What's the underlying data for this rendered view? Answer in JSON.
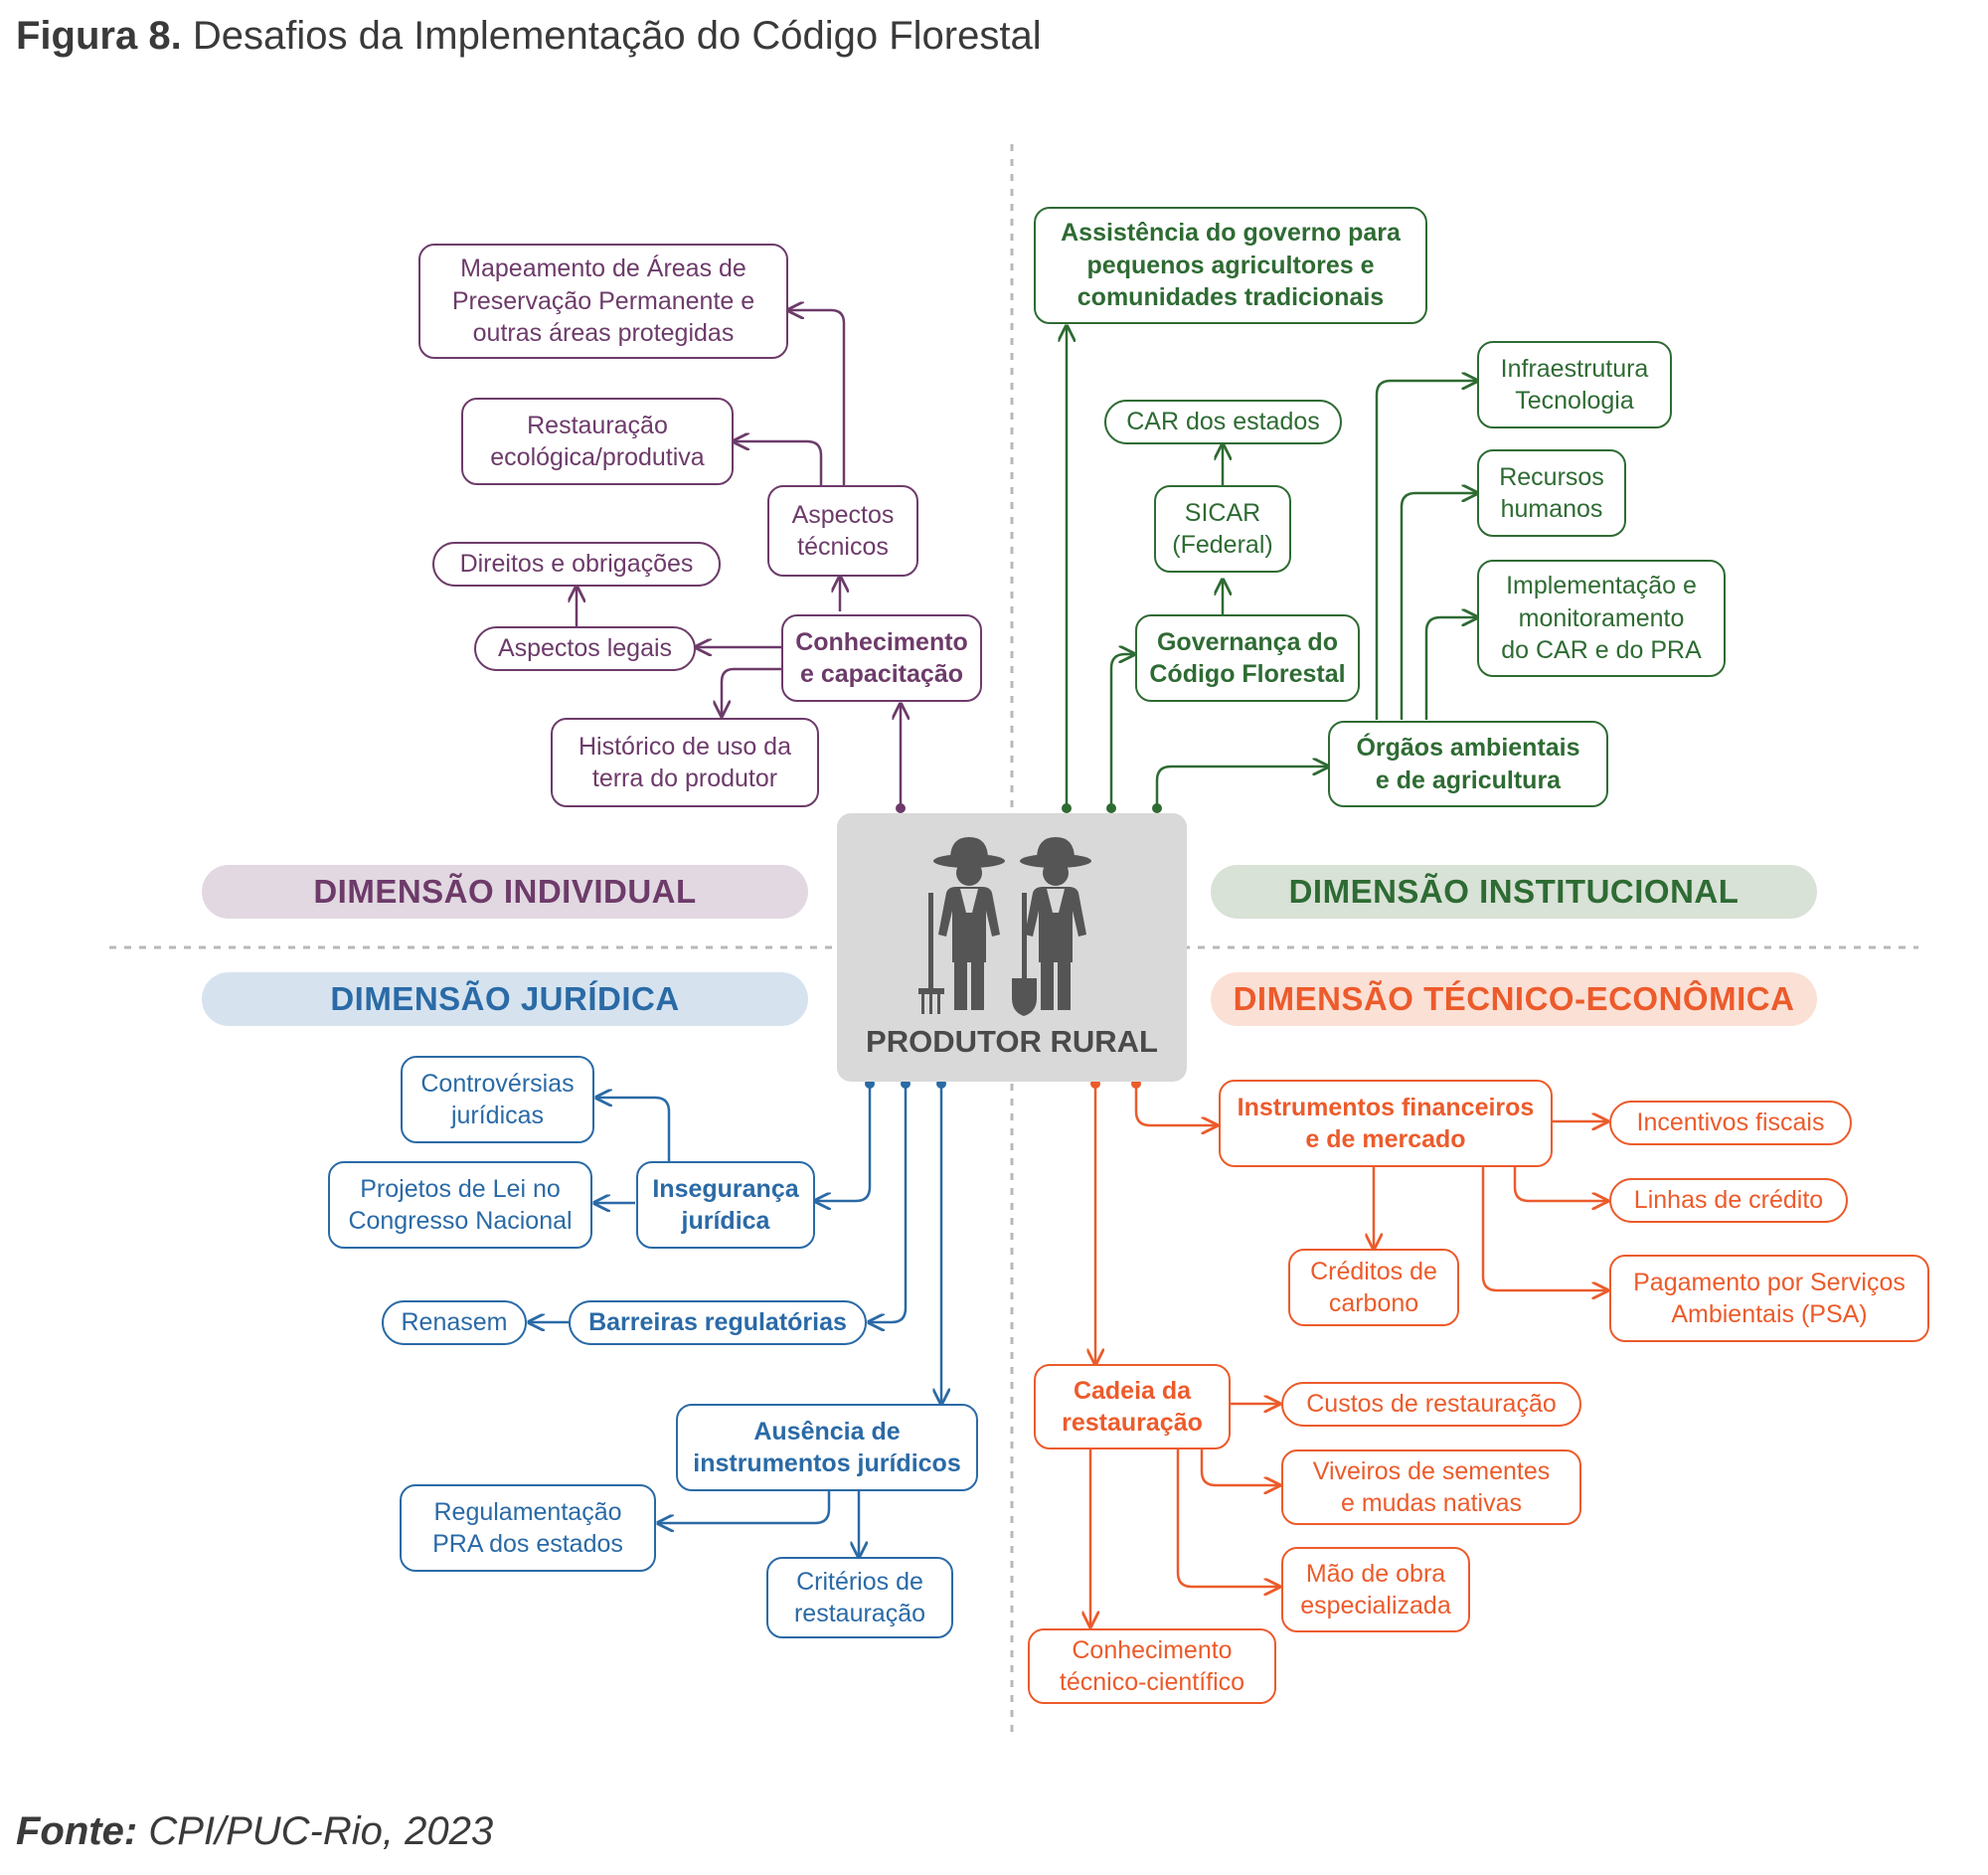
{
  "figure": {
    "label": "Figura 8.",
    "title": "Desafios da Implementação do Código Florestal"
  },
  "source": {
    "label": "Fonte:",
    "text": "CPI/PUC-Rio, 2023"
  },
  "center": {
    "label": "PRODUTOR RURAL",
    "icon": "farmers-icon"
  },
  "colors": {
    "individual": "#6d3b6a",
    "institucional": "#2e6b33",
    "juridica": "#2a6aa6",
    "tecnico": "#ec5b2b"
  },
  "dimensions": {
    "individual": "DIMENSÃO INDIVIDUAL",
    "institucional": "DIMENSÃO INSTITUCIONAL",
    "juridica": "DIMENSÃO JURÍDICA",
    "tecnico": "DIMENSÃO TÉCNICO-ECONÔMICA"
  },
  "individual": {
    "mapeamento": "Mapeamento de Áreas de\nPreservação Permanente e\noutras áreas protegidas",
    "restauracao": "Restauração\necológica/produtiva",
    "aspectos_tecnicos": "Aspectos\ntécnicos",
    "direitos": "Direitos e obrigações",
    "aspectos_legais": "Aspectos legais",
    "conhecimento": "Conhecimento\ne capacitação",
    "historico": "Histórico de uso da\nterra do produtor"
  },
  "institucional": {
    "assistencia": "Assistência do governo para\npequenos agricultores e\ncomunidades tradicionais",
    "car_estados": "CAR dos estados",
    "sicar": "SICAR\n(Federal)",
    "governanca": "Governança do\nCódigo Florestal",
    "infraestrutura": "Infraestrutura\nTecnologia",
    "recursos": "Recursos\nhumanos",
    "implementacao": "Implementação e\nmonitoramento\ndo CAR e do PRA",
    "orgaos": "Órgãos ambientais\ne de agricultura"
  },
  "juridica": {
    "controversias": "Controvérsias\njurídicas",
    "projetos": "Projetos de Lei no\nCongresso Nacional",
    "inseguranca": "Insegurança\njurídica",
    "renasem": "Renasem",
    "barreiras": "Barreiras regulatórias",
    "ausencia": "Ausência de\ninstrumentos jurídicos",
    "regulamentacao": "Regulamentação\nPRA dos estados",
    "criterios": "Critérios de\nrestauração"
  },
  "tecnico": {
    "instrumentos": "Instrumentos financeiros\ne de mercado",
    "incentivos": "Incentivos fiscais",
    "linhas": "Linhas de crédito",
    "creditos": "Créditos de\ncarbono",
    "psa": "Pagamento por Serviços\nAmbientais (PSA)",
    "cadeia": "Cadeia da\nrestauração",
    "custos": "Custos de restauração",
    "viveiros": "Viveiros de sementes\ne mudas nativas",
    "mao_obra": "Mão de obra\nespecializada",
    "conhecimento_tc": "Conhecimento\ntécnico-científico"
  }
}
